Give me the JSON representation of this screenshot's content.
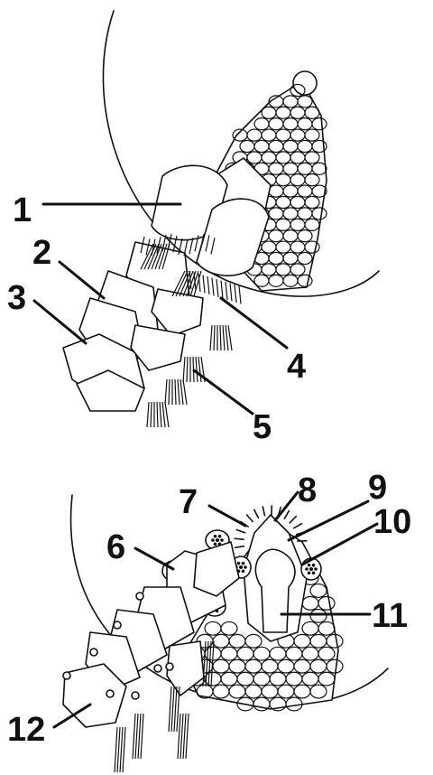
{
  "figure": {
    "top_panel": {
      "labels": [
        {
          "id": "1",
          "text": "1"
        },
        {
          "id": "2",
          "text": "2"
        },
        {
          "id": "3",
          "text": "3"
        },
        {
          "id": "4",
          "text": "4"
        },
        {
          "id": "5",
          "text": "5"
        }
      ]
    },
    "bottom_panel": {
      "labels": [
        {
          "id": "6",
          "text": "6"
        },
        {
          "id": "7",
          "text": "7"
        },
        {
          "id": "8",
          "text": "8"
        },
        {
          "id": "9",
          "text": "9"
        },
        {
          "id": "10",
          "text": "10"
        },
        {
          "id": "11",
          "text": "11"
        },
        {
          "id": "12",
          "text": "12"
        }
      ]
    },
    "colors": {
      "line": "#111111",
      "background": "#ffffff"
    }
  }
}
